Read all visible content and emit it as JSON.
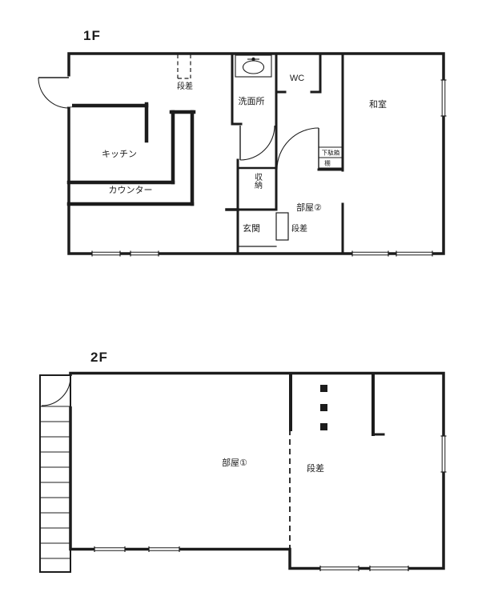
{
  "document": {
    "paper_color": "#ffffff",
    "ink_color": "#1c1c1c"
  },
  "floor1": {
    "title": "1F",
    "rooms": {
      "step_top": "段差",
      "washroom": "洗面所",
      "toilet": "WC",
      "japanese_room": "和室",
      "kitchen": "キッチン",
      "counter": "カウンター",
      "storage": "収納",
      "shoe_cabinet": "下駄箱",
      "shelf": "棚",
      "room2": "部屋②",
      "entrance": "玄関",
      "step_entrance": "段差"
    }
  },
  "floor2": {
    "title": "2F",
    "rooms": {
      "room1": "部屋①",
      "step": "段差"
    }
  }
}
